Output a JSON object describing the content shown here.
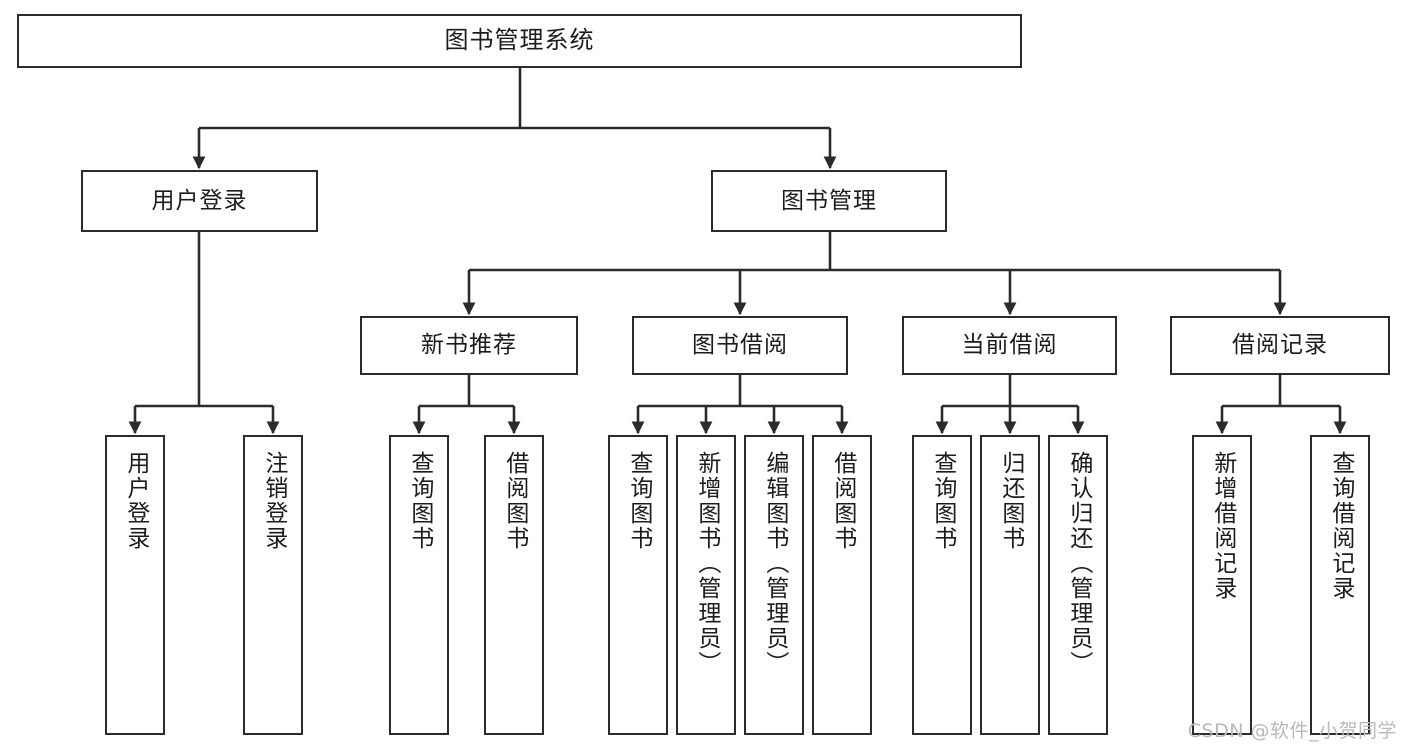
{
  "diagram": {
    "title": "图书管理系统",
    "type": "tree-hierarchy-chart",
    "colors": {
      "box_border": "#2b2b2b",
      "box_fill": "#ffffff",
      "line": "#2b2b2b",
      "text": "#1c1c1c",
      "watermark": "#b9b9b9",
      "background": "#ffffff"
    },
    "root": {
      "label": "图书管理系统"
    },
    "level2": [
      {
        "label": "用户登录"
      },
      {
        "label": "图书管理"
      }
    ],
    "level3": [
      {
        "label": "新书推荐"
      },
      {
        "label": "图书借阅"
      },
      {
        "label": "当前借阅"
      },
      {
        "label": "借阅记录"
      }
    ],
    "leaves": {
      "user_login": [
        {
          "label": "用户登录"
        },
        {
          "label": "注销登录"
        }
      ],
      "new_book": [
        {
          "label": "查询图书"
        },
        {
          "label": "借阅图书"
        }
      ],
      "book_borrow": [
        {
          "label": "查询图书"
        },
        {
          "label": "新增图书（管理员）"
        },
        {
          "label": "编辑图书（管理员）"
        },
        {
          "label": "借阅图书"
        }
      ],
      "current_borrow": [
        {
          "label": "查询图书"
        },
        {
          "label": "归还图书"
        },
        {
          "label": "确认归还（管理员）"
        }
      ],
      "borrow_record": [
        {
          "label": "新增借阅记录"
        },
        {
          "label": "查询借阅记录"
        }
      ]
    }
  },
  "watermark": {
    "text": "CSDN @软件_小贺同学"
  }
}
